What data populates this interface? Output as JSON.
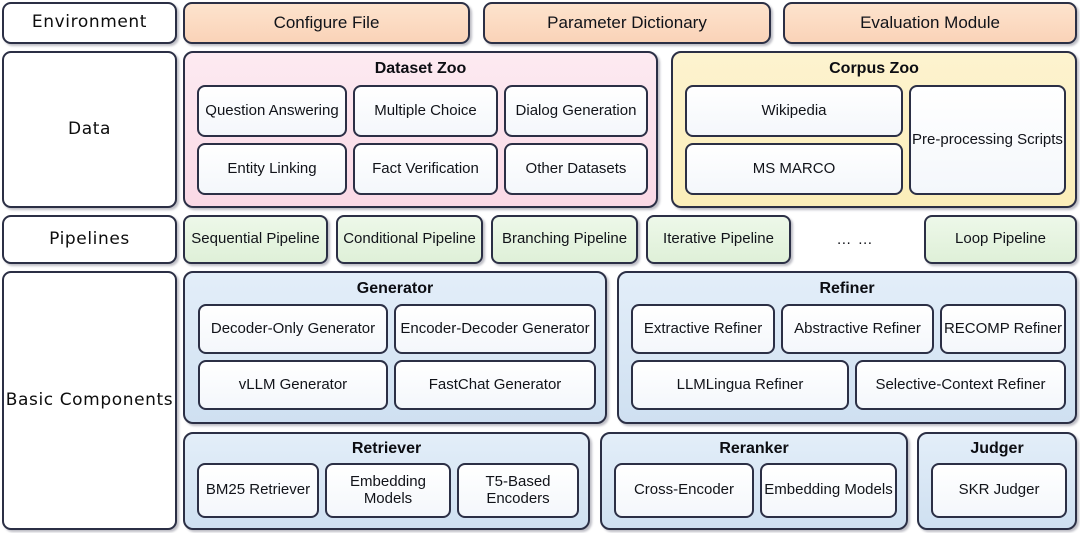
{
  "rows": {
    "environment": {
      "label": "Environment",
      "items": [
        "Configure File",
        "Parameter Dictionary",
        "Evaluation Module"
      ]
    },
    "data": {
      "label": "Data",
      "groups": [
        {
          "title": "Dataset Zoo",
          "color": "#fbdce8",
          "items": [
            "Question Answering",
            "Multiple Choice",
            "Dialog Generation",
            "Entity Linking",
            "Fact Verification",
            "Other Datasets"
          ]
        },
        {
          "title": "Corpus Zoo",
          "color": "#fbeeb9",
          "items": [
            "Wikipedia",
            "MS MARCO",
            "Pre-processing Scripts"
          ]
        }
      ]
    },
    "pipelines": {
      "label": "Pipelines",
      "items": [
        "Sequential Pipeline",
        "Conditional Pipeline",
        "Branching Pipeline",
        "Iterative Pipeline",
        "Loop Pipeline"
      ],
      "ellipsis": "… …"
    },
    "basic_components": {
      "label": "Basic Components",
      "groups": [
        {
          "title": "Generator",
          "color": "#cfe0f1",
          "items": [
            "Decoder-Only Generator",
            "Encoder-Decoder Generator",
            "vLLM Generator",
            "FastChat Generator"
          ]
        },
        {
          "title": "Refiner",
          "color": "#cfe0f1",
          "items": [
            "Extractive Refiner",
            "Abstractive Refiner",
            "RECOMP Refiner",
            "LLMLingua Refiner",
            "Selective-Context Refiner"
          ]
        },
        {
          "title": "Retriever",
          "color": "#cfe0f1",
          "items": [
            "BM25 Retriever",
            "Embedding Models",
            "T5-Based Encoders"
          ]
        },
        {
          "title": "Reranker",
          "color": "#cfe0f1",
          "items": [
            "Cross-Encoder",
            "Embedding Models"
          ]
        },
        {
          "title": "Judger",
          "color": "#cfe0f1",
          "items": [
            "SKR Judger"
          ]
        }
      ]
    }
  }
}
